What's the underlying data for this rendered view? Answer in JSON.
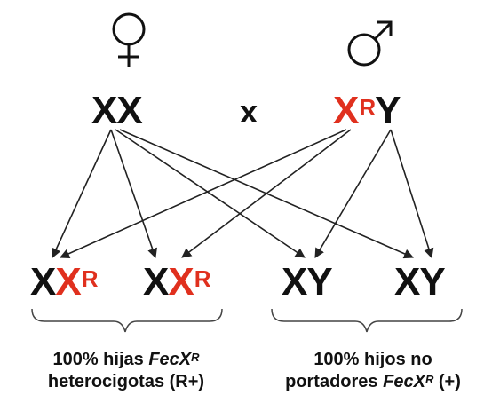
{
  "parents": {
    "female_symbol": "♀",
    "male_symbol": "♂",
    "cross_symbol": "x",
    "female": {
      "g1": "X",
      "g2": "X"
    },
    "male": {
      "g1": "X",
      "g1_sup": "R",
      "g2": "Y"
    }
  },
  "offspring": [
    {
      "g1": "X",
      "g2": "X",
      "g2_sup": "R"
    },
    {
      "g1": "X",
      "g2": "X",
      "g2_sup": "R"
    },
    {
      "g1": "X",
      "g2": "Y"
    },
    {
      "g1": "X",
      "g2": "Y"
    }
  ],
  "captions": {
    "daughters": {
      "line1_a": "100% hijas ",
      "line1_em": "FecX",
      "line1_sup": "R",
      "line2": "heterocigotas (R+)"
    },
    "sons": {
      "line1": "100% hijos no",
      "line2_a": "portadores ",
      "line2_em": "FecX",
      "line2_sup": "R",
      "line2_b": " (+)"
    }
  },
  "colors": {
    "allele_r": "#e0301e",
    "text": "#111111",
    "lines": "#222222"
  }
}
